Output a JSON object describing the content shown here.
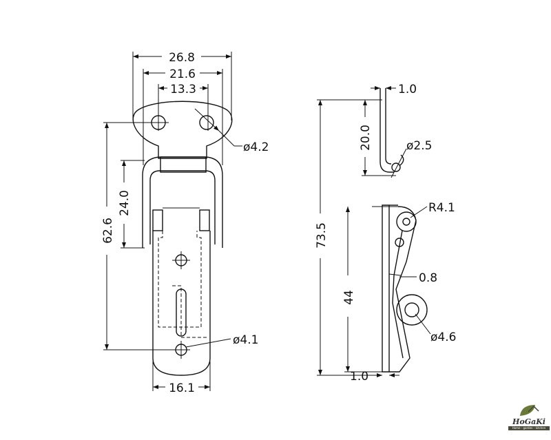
{
  "front_view": {
    "dim_overall_width": "26.8",
    "dim_outer_hole_span": "21.6",
    "dim_hole_spacing": "13.3",
    "dim_top_hole_dia": "ø4.2",
    "dim_total_height": "62.6",
    "dim_bail_height": "24.0",
    "dim_bottom_hole_dia": "ø4.1",
    "dim_latch_width": "16.1"
  },
  "side_view": {
    "dim_top_thickness": "1.0",
    "dim_hook_length": "20.0",
    "dim_hook_dia": "ø2.5",
    "dim_total_length": "73.5",
    "dim_pivot_radius": "R4.1",
    "dim_plate_thickness": "0.8",
    "dim_base_length": "44",
    "dim_ring_dia": "ø4.6",
    "dim_bottom_thickness": "1.0"
  },
  "logo": {
    "name": "HoGaKi",
    "tagline": "Home - garden - kitchen"
  },
  "colors": {
    "line": "#111111",
    "background": "#ffffff",
    "logo_leaf": "#6b7a3a"
  }
}
